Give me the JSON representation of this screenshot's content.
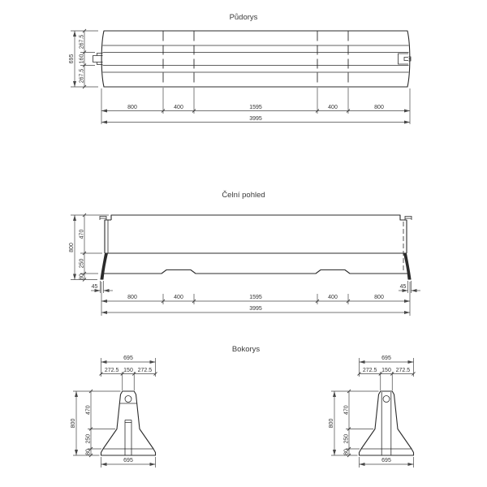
{
  "plan": {
    "title": "Půdorys",
    "dim_width_total": "695",
    "dim_width_segments": [
      "267.5",
      "160",
      "267.5"
    ],
    "dim_length_segments": [
      "800",
      "400",
      "1595",
      "400",
      "800"
    ],
    "dim_length_total": "3995"
  },
  "front": {
    "title": "Čelní pohled",
    "dim_height_total": "800",
    "dim_height_segments": [
      "470",
      "250",
      "80"
    ],
    "dim_end_foot_left": "45",
    "dim_end_foot_right": "45",
    "dim_length_segments": [
      "800",
      "400",
      "1595",
      "400",
      "800"
    ],
    "dim_length_total": "3995"
  },
  "side": {
    "title": "Bokorys",
    "left": {
      "dim_top_total": "695",
      "dim_top_segments": [
        "272.5",
        "150",
        "272.5"
      ],
      "dim_height_total": "800",
      "dim_height_segments": [
        "470",
        "250",
        "80"
      ],
      "dim_base": "695"
    },
    "right": {
      "dim_top_total": "695",
      "dim_top_segments": [
        "272.5",
        "150",
        "272.5"
      ],
      "dim_height_total": "800",
      "dim_height_segments": [
        "470",
        "250",
        "80"
      ],
      "dim_base": "695"
    }
  }
}
